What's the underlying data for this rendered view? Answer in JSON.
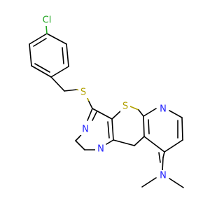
{
  "molecule": {
    "atoms": {
      "cl": "Cl",
      "s_thioether": "S",
      "s_ring": "S",
      "n_pyridine": "N",
      "n_pyrimidine_top": "N",
      "n_pyrimidine_bottom": "N",
      "n_amine": "N"
    },
    "colors": {
      "bond": "#000000",
      "cl": "#1fa51f",
      "s": "#b2a100",
      "n": "#2020ff"
    }
  }
}
